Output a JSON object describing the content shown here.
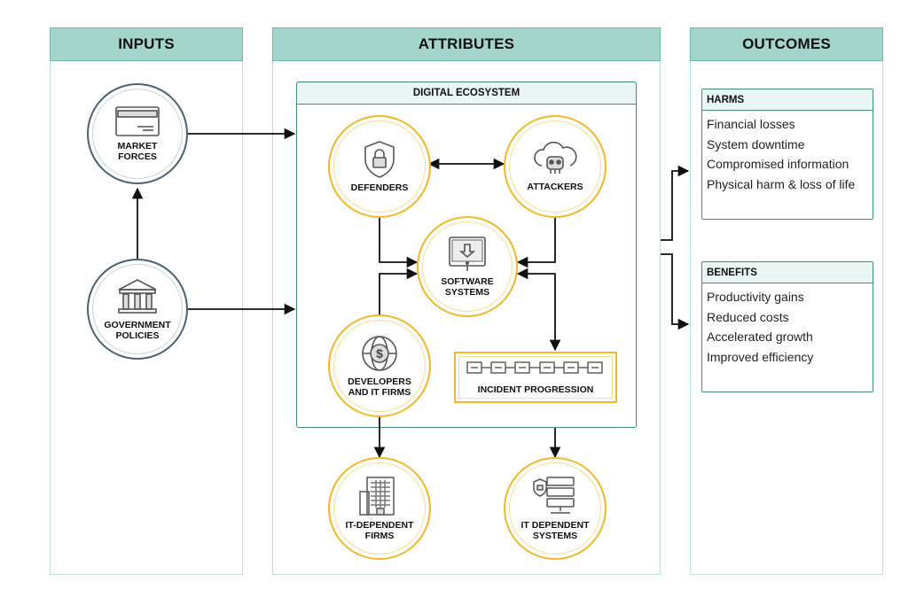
{
  "columns": {
    "inputs": "INPUTS",
    "attributes": "ATTRIBUTES",
    "outcomes": "OUTCOMES"
  },
  "ecosystem": {
    "title": "DIGITAL ECOSYSTEM"
  },
  "nodes": {
    "market_forces": "MARKET\nFORCES",
    "government_policies": "GOVERNMENT\nPOLICIES",
    "defenders": "DEFENDERS",
    "attackers": "ATTACKERS",
    "software_systems": "SOFTWARE\nSYSTEMS",
    "developers": "DEVELOPERS\nAND IT FIRMS",
    "it_dependent_firms": "IT-DEPENDENT\nFIRMS",
    "it_dependent_systems": "IT DEPENDENT\nSYSTEMS"
  },
  "incident": {
    "label": "INCIDENT PROGRESSION"
  },
  "harms": {
    "title": "HARMS",
    "items": [
      "Financial losses",
      "System downtime",
      "Compromised information",
      "Physical harm & loss of life"
    ]
  },
  "benefits": {
    "title": "BENEFITS",
    "items": [
      "Productivity gains",
      "Reduced costs",
      "Accelerated growth",
      "Improved efficiency"
    ]
  },
  "icons": {
    "market_forces": "credit-card-icon",
    "government_policies": "government-building-icon",
    "defenders": "shield-lock-icon",
    "attackers": "cloud-skull-icon",
    "software_systems": "monitor-download-icon",
    "developers": "globe-dollar-icon",
    "it_dependent_firms": "office-building-icon",
    "it_dependent_systems": "server-lock-icon",
    "incident": "chain-steps-icon"
  },
  "colors": {
    "header_fill": "#a3d5cd",
    "ecosystem_border": "#3f8f7f",
    "input_ring": "#4b6275",
    "attribute_ring": "#f0b92c"
  }
}
